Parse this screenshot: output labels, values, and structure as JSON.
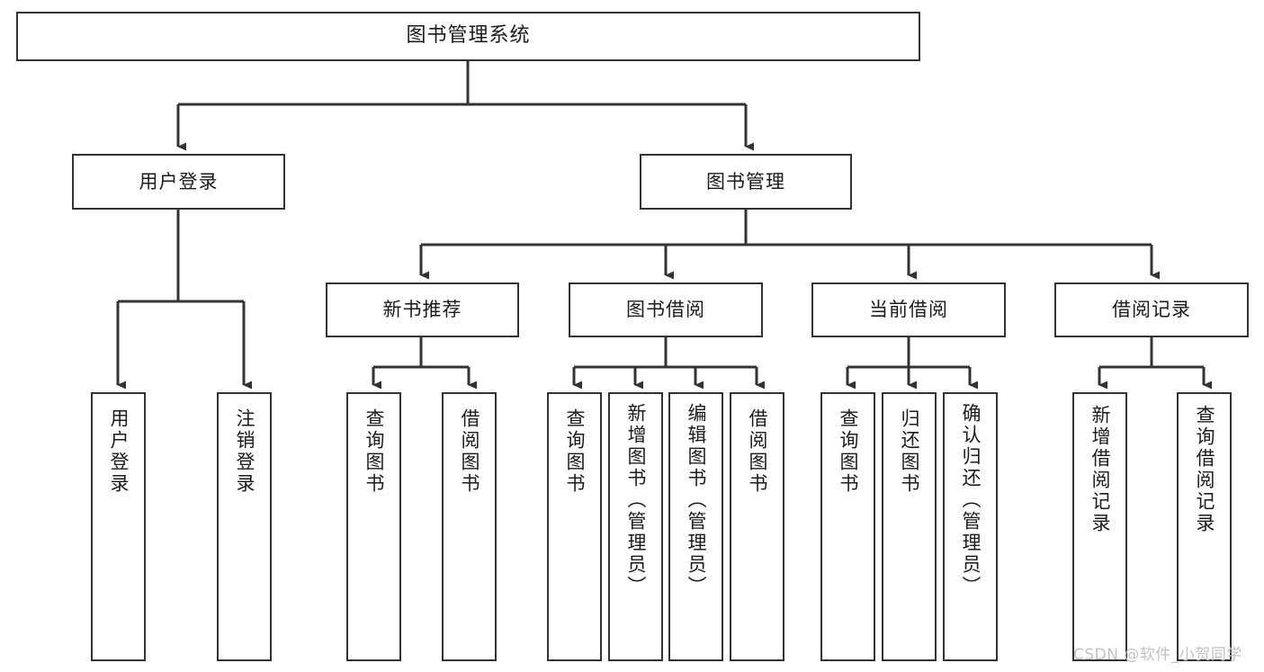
{
  "diagram": {
    "title": "图书管理系统",
    "type": "tree-hierarchy",
    "colors": {
      "border": "#333333",
      "background": "#ffffff",
      "text": "#1b1b1b",
      "connector": "#333333",
      "watermark": "#c2c2c2"
    },
    "levels": {
      "root": [
        "图书管理系统"
      ],
      "level2": [
        "用户登录",
        "图书管理"
      ],
      "level3": [
        "新书推荐",
        "图书借阅",
        "当前借阅",
        "借阅记录"
      ],
      "level4": [
        "用户登录",
        "注销登录",
        "查询图书",
        "借阅图书",
        "查询图书",
        "新增图书（管理员）",
        "编辑图书（管理员）",
        "借阅图书",
        "查询图书",
        "归还图书",
        "确认归还（管理员）",
        "新增借阅记录",
        "查询借阅记录"
      ]
    },
    "nodes": {
      "root": {
        "label": "图书管理系统"
      },
      "user_login": {
        "label": "用户登录"
      },
      "book_manage": {
        "label": "图书管理"
      },
      "new_book_rec": {
        "label": "新书推荐"
      },
      "book_borrow": {
        "label": "图书借阅"
      },
      "current_borrow": {
        "label": "当前借阅"
      },
      "borrow_record": {
        "label": "借阅记录"
      },
      "leaf_user_login": {
        "label": "用户登录"
      },
      "leaf_logout": {
        "label": "注销登录"
      },
      "leaf_query_book_1": {
        "label": "查询图书"
      },
      "leaf_borrow_book_1": {
        "label": "借阅图书"
      },
      "leaf_query_book_2": {
        "label": "查询图书"
      },
      "leaf_add_book": {
        "label": "新增图书（管理员）"
      },
      "leaf_edit_book": {
        "label": "编辑图书（管理员）"
      },
      "leaf_borrow_book_2": {
        "label": "借阅图书"
      },
      "leaf_query_book_3": {
        "label": "查询图书"
      },
      "leaf_return_book": {
        "label": "归还图书"
      },
      "leaf_confirm_return": {
        "label": "确认归还（管理员）"
      },
      "leaf_add_record": {
        "label": "新增借阅记录"
      },
      "leaf_query_record": {
        "label": "查询借阅记录"
      }
    },
    "edges": [
      {
        "from": "root",
        "to": "user_login"
      },
      {
        "from": "root",
        "to": "book_manage"
      },
      {
        "from": "user_login",
        "to": "leaf_user_login"
      },
      {
        "from": "user_login",
        "to": "leaf_logout"
      },
      {
        "from": "book_manage",
        "to": "new_book_rec"
      },
      {
        "from": "book_manage",
        "to": "book_borrow"
      },
      {
        "from": "book_manage",
        "to": "current_borrow"
      },
      {
        "from": "book_manage",
        "to": "borrow_record"
      },
      {
        "from": "new_book_rec",
        "to": "leaf_query_book_1"
      },
      {
        "from": "new_book_rec",
        "to": "leaf_borrow_book_1"
      },
      {
        "from": "book_borrow",
        "to": "leaf_query_book_2"
      },
      {
        "from": "book_borrow",
        "to": "leaf_add_book"
      },
      {
        "from": "book_borrow",
        "to": "leaf_edit_book"
      },
      {
        "from": "book_borrow",
        "to": "leaf_borrow_book_2"
      },
      {
        "from": "current_borrow",
        "to": "leaf_query_book_3"
      },
      {
        "from": "current_borrow",
        "to": "leaf_return_book"
      },
      {
        "from": "current_borrow",
        "to": "leaf_confirm_return"
      },
      {
        "from": "borrow_record",
        "to": "leaf_add_record"
      },
      {
        "from": "borrow_record",
        "to": "leaf_query_record"
      }
    ],
    "watermark": "CSDN @软件_小贺同学"
  }
}
